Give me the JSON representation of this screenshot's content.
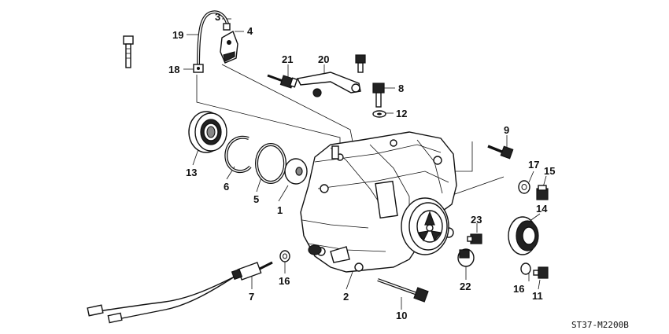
{
  "diagram": {
    "colors": {
      "ink": "#111111",
      "paper": "#ffffff",
      "shade": "#888888"
    },
    "callouts": [
      {
        "id": "c1",
        "label": "1"
      },
      {
        "id": "c2",
        "label": "2"
      },
      {
        "id": "c3",
        "label": "3"
      },
      {
        "id": "c4",
        "label": "4"
      },
      {
        "id": "c5",
        "label": "5"
      },
      {
        "id": "c6",
        "label": "6"
      },
      {
        "id": "c7",
        "label": "7"
      },
      {
        "id": "c8",
        "label": "8"
      },
      {
        "id": "c9",
        "label": "9"
      },
      {
        "id": "c10",
        "label": "10"
      },
      {
        "id": "c11",
        "label": "11"
      },
      {
        "id": "c12",
        "label": "12"
      },
      {
        "id": "c13",
        "label": "13"
      },
      {
        "id": "c14",
        "label": "14"
      },
      {
        "id": "c15",
        "label": "15"
      },
      {
        "id": "c16a",
        "label": "16"
      },
      {
        "id": "c16b",
        "label": "16"
      },
      {
        "id": "c17",
        "label": "17"
      },
      {
        "id": "c18",
        "label": "18"
      },
      {
        "id": "c19",
        "label": "19"
      },
      {
        "id": "c20",
        "label": "20"
      },
      {
        "id": "c21",
        "label": "21"
      },
      {
        "id": "c22",
        "label": "22"
      },
      {
        "id": "c23",
        "label": "23"
      }
    ],
    "diagram_code": "ST37-M2200B"
  }
}
